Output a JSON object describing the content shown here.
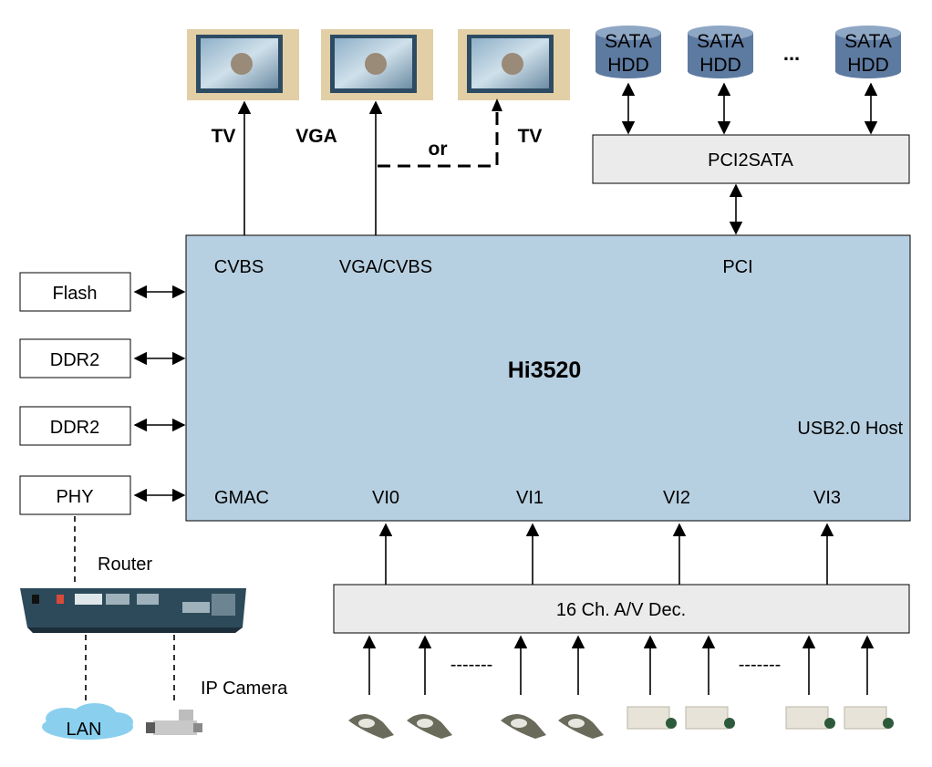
{
  "chip": {
    "name": "Hi3520",
    "ports": {
      "cvbs": "CVBS",
      "vga_cvbs": "VGA/CVBS",
      "pci": "PCI",
      "usb": "USB2.0 Host",
      "gmac": "GMAC",
      "vi0": "VI0",
      "vi1": "VI1",
      "vi2": "VI2",
      "vi3": "VI3"
    }
  },
  "outputs": {
    "tv_left": "TV",
    "vga": "VGA",
    "or": "or",
    "tv_right": "TV"
  },
  "storage": {
    "hdd1": [
      "SATA",
      "HDD"
    ],
    "hdd2": [
      "SATA",
      "HDD"
    ],
    "ellipsis": "...",
    "hdd3": [
      "SATA",
      "HDD"
    ],
    "bridge": "PCI2SATA"
  },
  "memory": {
    "flash": "Flash",
    "ddr2_a": "DDR2",
    "ddr2_b": "DDR2",
    "phy": "PHY"
  },
  "network": {
    "router": "Router",
    "lan": "LAN",
    "ip_camera": "IP Camera"
  },
  "decoder": {
    "label": "16 Ch. A/V Dec.",
    "dashes_left": "-------",
    "dashes_right": "-------"
  },
  "colors": {
    "chip_fill": "#b7d0e1",
    "box_fill": "#ebebeb",
    "hdd_fill": "#5d7aa0",
    "lan_fill": "#8ad0ee",
    "router_fill": "#2d4a5a"
  }
}
